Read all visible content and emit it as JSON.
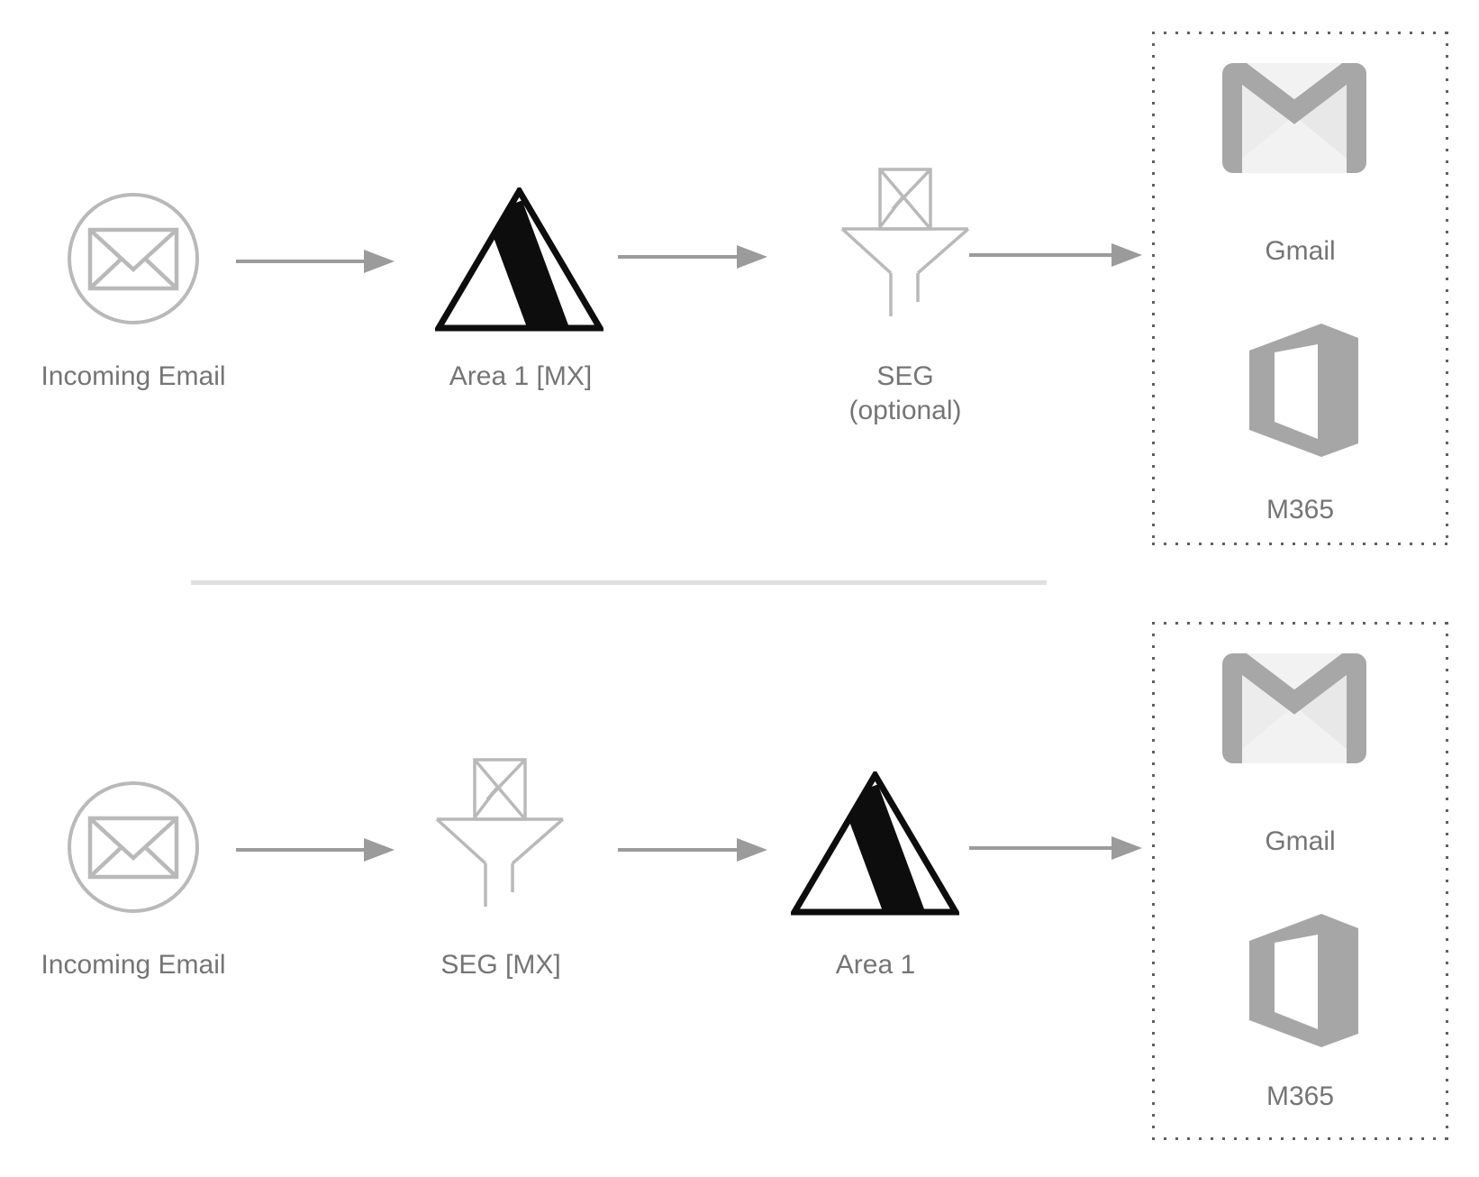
{
  "colors": {
    "background": "#ffffff",
    "icon_outline_gray": "#b9b9b9",
    "arrow_gray": "#9b9b9b",
    "label_gray": "#757575",
    "logo_black": "#0d0d0d",
    "brand_gray": "#a7a7a7",
    "dotted_border_gray": "#606060",
    "divider_gray": "#e0e0e0"
  },
  "flow_top": {
    "source": {
      "label": "Incoming Email"
    },
    "step1": {
      "label": "Area 1 [MX]"
    },
    "step2": {
      "label": "SEG",
      "sublabel": "(optional)"
    },
    "destinations": {
      "gmail_label": "Gmail",
      "m365_label": "M365"
    }
  },
  "flow_bottom": {
    "source": {
      "label": "Incoming Email"
    },
    "step1": {
      "label": "SEG [MX]"
    },
    "step2": {
      "label": "Area 1"
    },
    "destinations": {
      "gmail_label": "Gmail",
      "m365_label": "M365"
    }
  }
}
